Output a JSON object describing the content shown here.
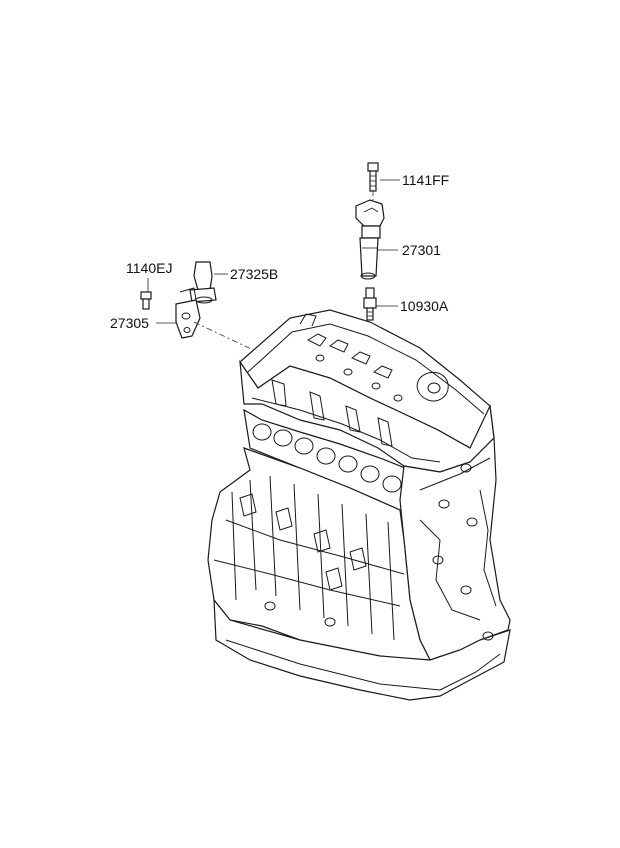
{
  "diagram": {
    "labels": {
      "bolt_1141ff": "1141FF",
      "ignition_coil": "27301",
      "spark_plug": "10930A",
      "bolt_1140ej": "1140EJ",
      "sensor_27325b": "27325B",
      "bracket_27305": "27305"
    },
    "line_color": "#1a1a1a",
    "background": "#ffffff"
  }
}
